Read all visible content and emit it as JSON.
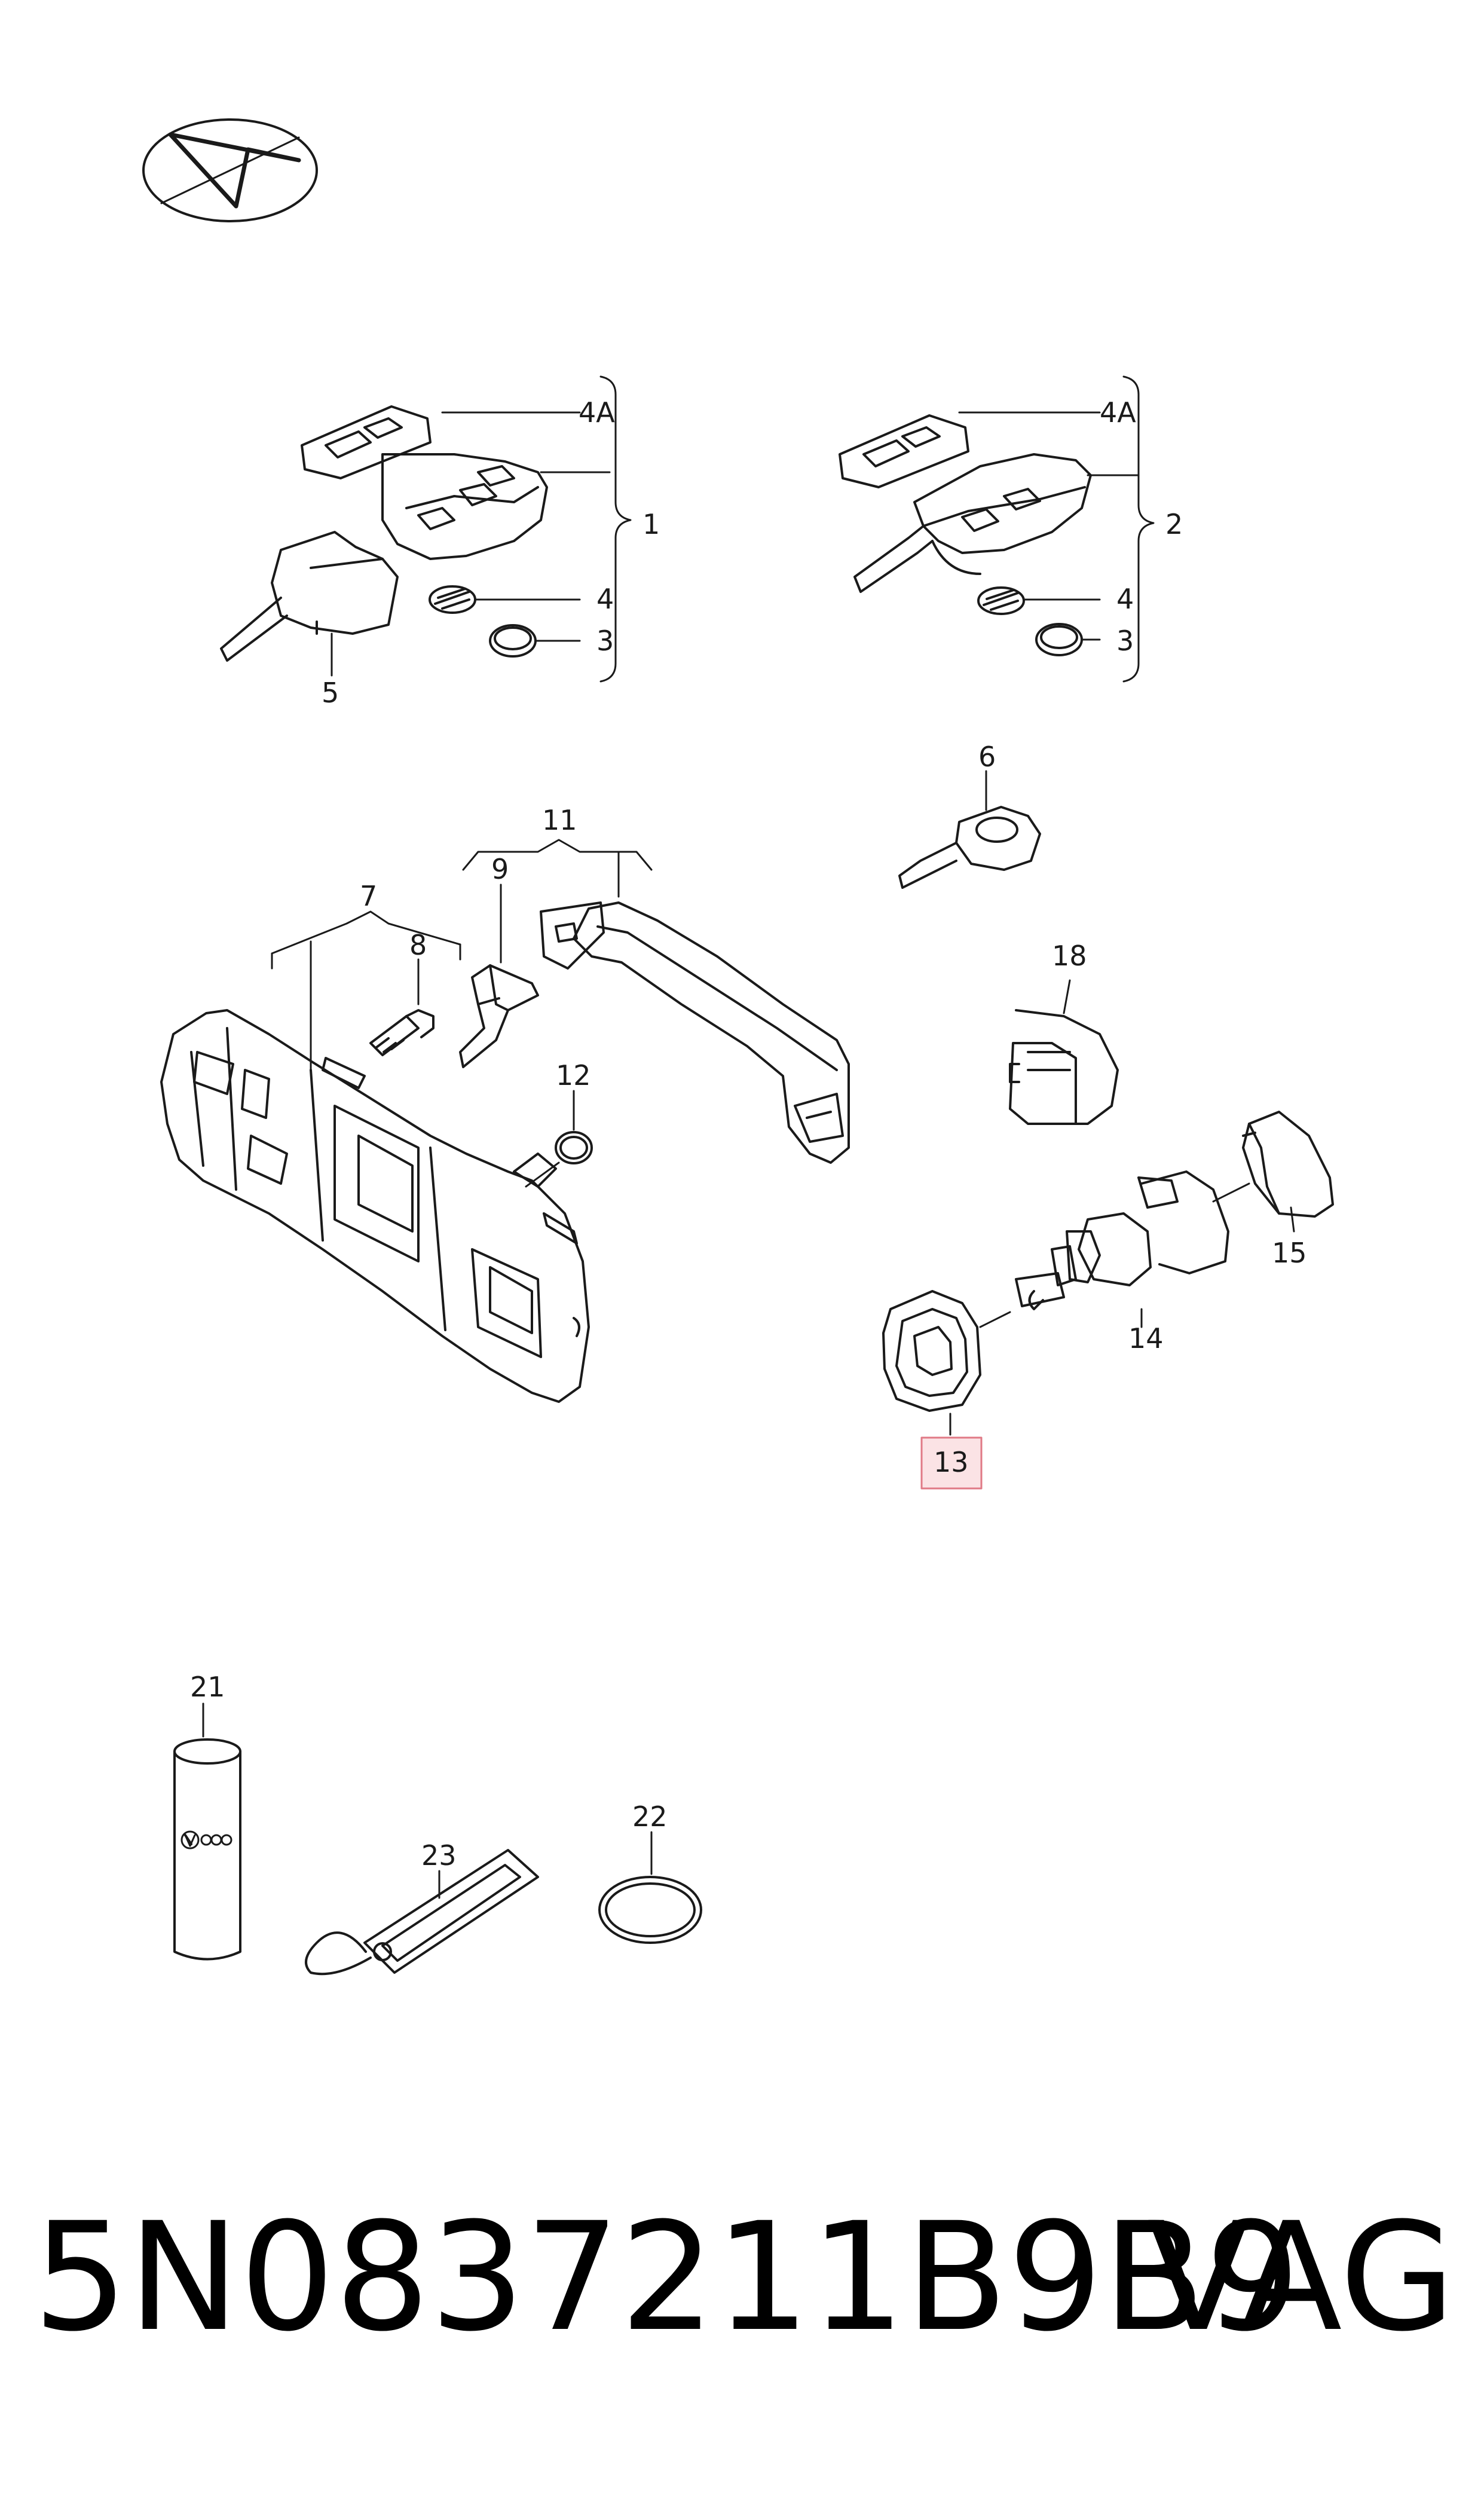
{
  "callouts": {
    "c1": "1",
    "c2": "2",
    "c3a": "3",
    "c3b": "3",
    "c4a": "4",
    "c4b": "4",
    "c4Aa": "4A",
    "c4Ab": "4A",
    "c5": "5",
    "c6": "6",
    "c7": "7",
    "c8": "8",
    "c9": "9",
    "c11": "11",
    "c12": "12",
    "c13": "13",
    "c14": "14",
    "c15": "15",
    "c18": "18",
    "c21": "21",
    "c22": "22",
    "c23": "23"
  },
  "highlighted_callout": "13",
  "footer": {
    "part_number": "5N0837211B9B9",
    "brand": "VAG"
  },
  "icons": [
    "orientation-arrow-icon"
  ]
}
